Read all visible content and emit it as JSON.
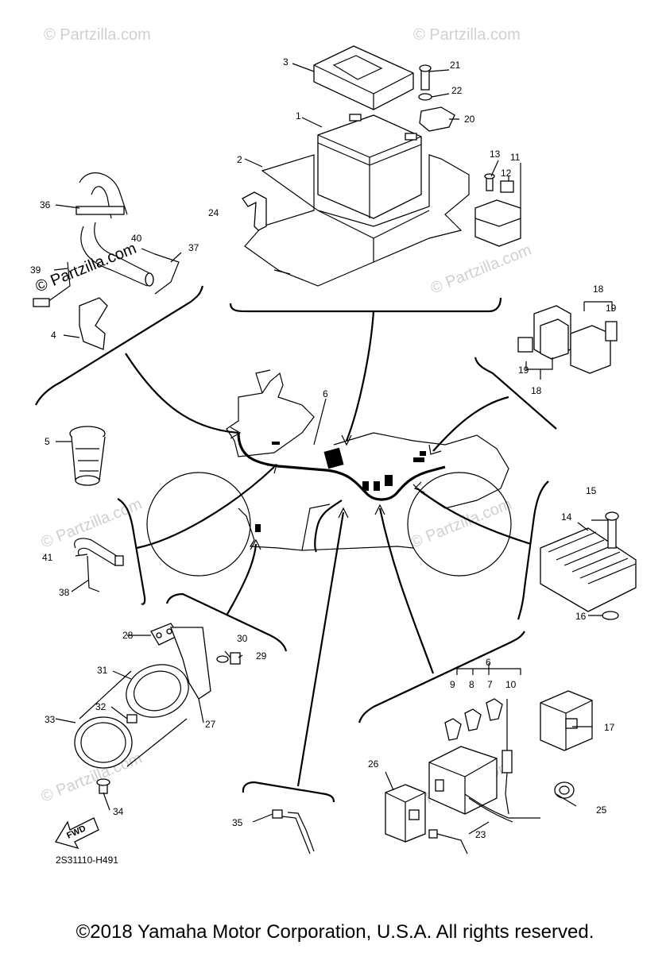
{
  "watermark": "© Partzilla.com",
  "diagram_code": "2S31110-H491",
  "fwd_label": "FWD",
  "copyright": "©2018 Yamaha Motor Corporation, U.S.A. All rights reserved.",
  "callouts": [
    "1",
    "2",
    "3",
    "4",
    "5",
    "6",
    "7",
    "8",
    "9",
    "10",
    "11",
    "12",
    "13",
    "14",
    "15",
    "16",
    "17",
    "18",
    "19",
    "20",
    "21",
    "22",
    "23",
    "24",
    "25",
    "26",
    "27",
    "28",
    "29",
    "30",
    "31",
    "32",
    "33",
    "34",
    "35",
    "36",
    "37",
    "38",
    "39",
    "40",
    "41"
  ],
  "group_callouts": [
    "6",
    "18",
    "19"
  ]
}
